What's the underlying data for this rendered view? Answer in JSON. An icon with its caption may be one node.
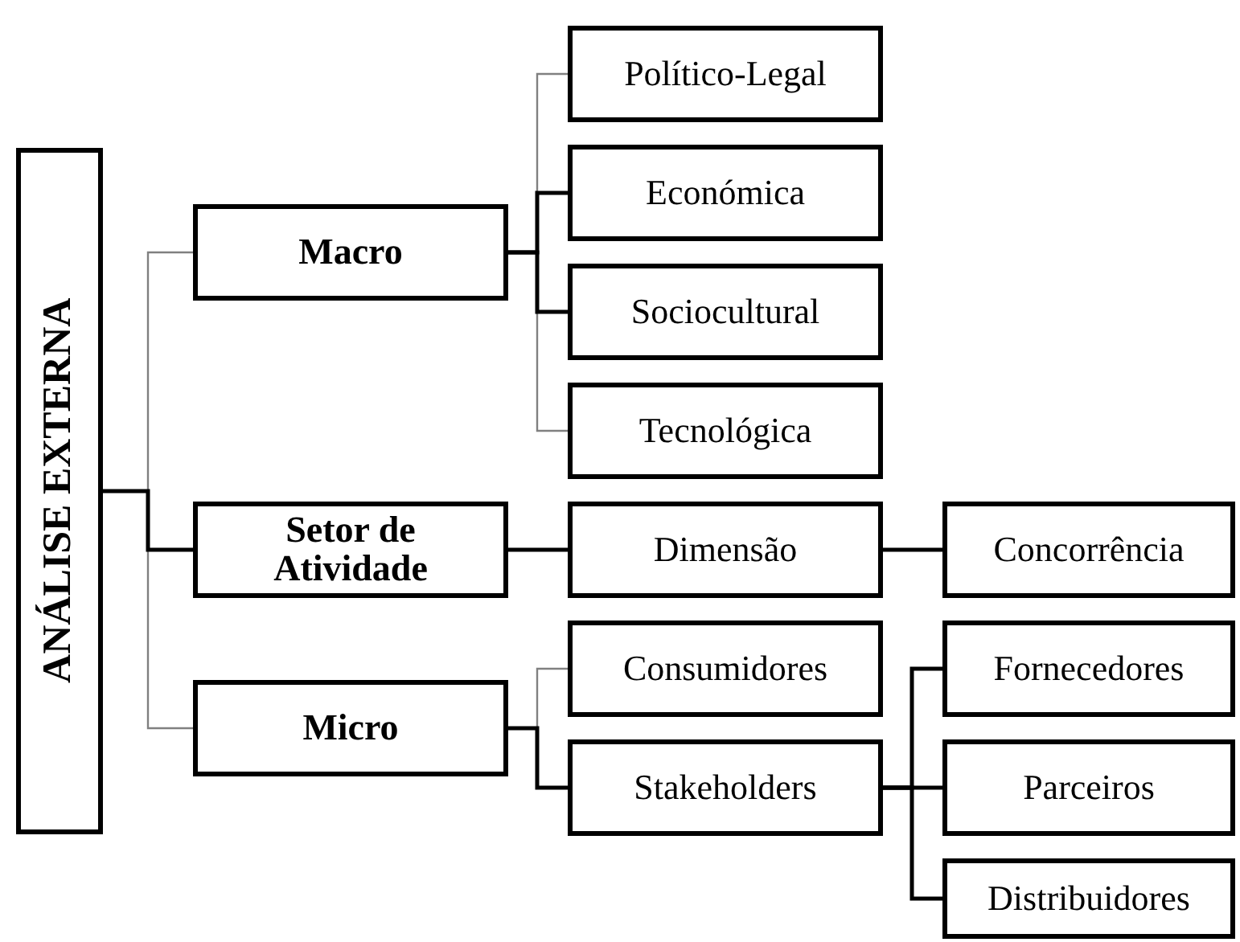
{
  "diagram": {
    "nodes": [
      {
        "text": [
          "ANÁLISE EXTERNA"
        ]
      },
      {
        "text": [
          "Macro"
        ]
      },
      {
        "text": [
          "Político-Legal"
        ]
      },
      {
        "text": [
          "Económica"
        ]
      },
      {
        "text": [
          "Sociocultural"
        ]
      },
      {
        "text": [
          "Tecnológica"
        ]
      },
      {
        "text": [
          "Setor de Atividade"
        ]
      },
      {
        "text": [
          "Dimensão"
        ]
      },
      {
        "text": [
          "Concorrência"
        ]
      },
      {
        "text": [
          "Micro"
        ]
      },
      {
        "text": [
          "Consumidores"
        ]
      },
      {
        "text": [
          "Stakeholders"
        ]
      },
      {
        "text": [
          "Fornecedores"
        ]
      },
      {
        "text": [
          "Parceiros"
        ]
      },
      {
        "text": [
          "Distribuidores"
        ]
      }
    ],
    "edges": [
      {
        "from": 0,
        "to": 1,
        "arrow": "none",
        "color": "#808080"
      },
      {
        "from": 0,
        "to": 6,
        "arrow": "none"
      },
      {
        "from": 0,
        "to": 9,
        "arrow": "none",
        "color": "#808080"
      },
      {
        "from": 1,
        "to": 2,
        "arrow": "none",
        "color": "#808080"
      },
      {
        "from": 1,
        "to": 3,
        "arrow": "none"
      },
      {
        "from": 1,
        "to": 4,
        "arrow": "none"
      },
      {
        "from": 1,
        "to": 5,
        "arrow": "none",
        "color": "#808080"
      },
      {
        "from": 6,
        "to": 7,
        "arrow": "none"
      },
      {
        "from": 7,
        "to": 8,
        "arrow": "none"
      },
      {
        "from": 9,
        "to": 10,
        "arrow": "none",
        "color": "#808080"
      },
      {
        "from": 9,
        "to": 11,
        "arrow": "none"
      },
      {
        "from": 11,
        "to": 12,
        "arrow": "none"
      },
      {
        "from": 11,
        "to": 13,
        "arrow": "none"
      },
      {
        "from": 11,
        "to": 14,
        "arrow": "none"
      }
    ]
  }
}
